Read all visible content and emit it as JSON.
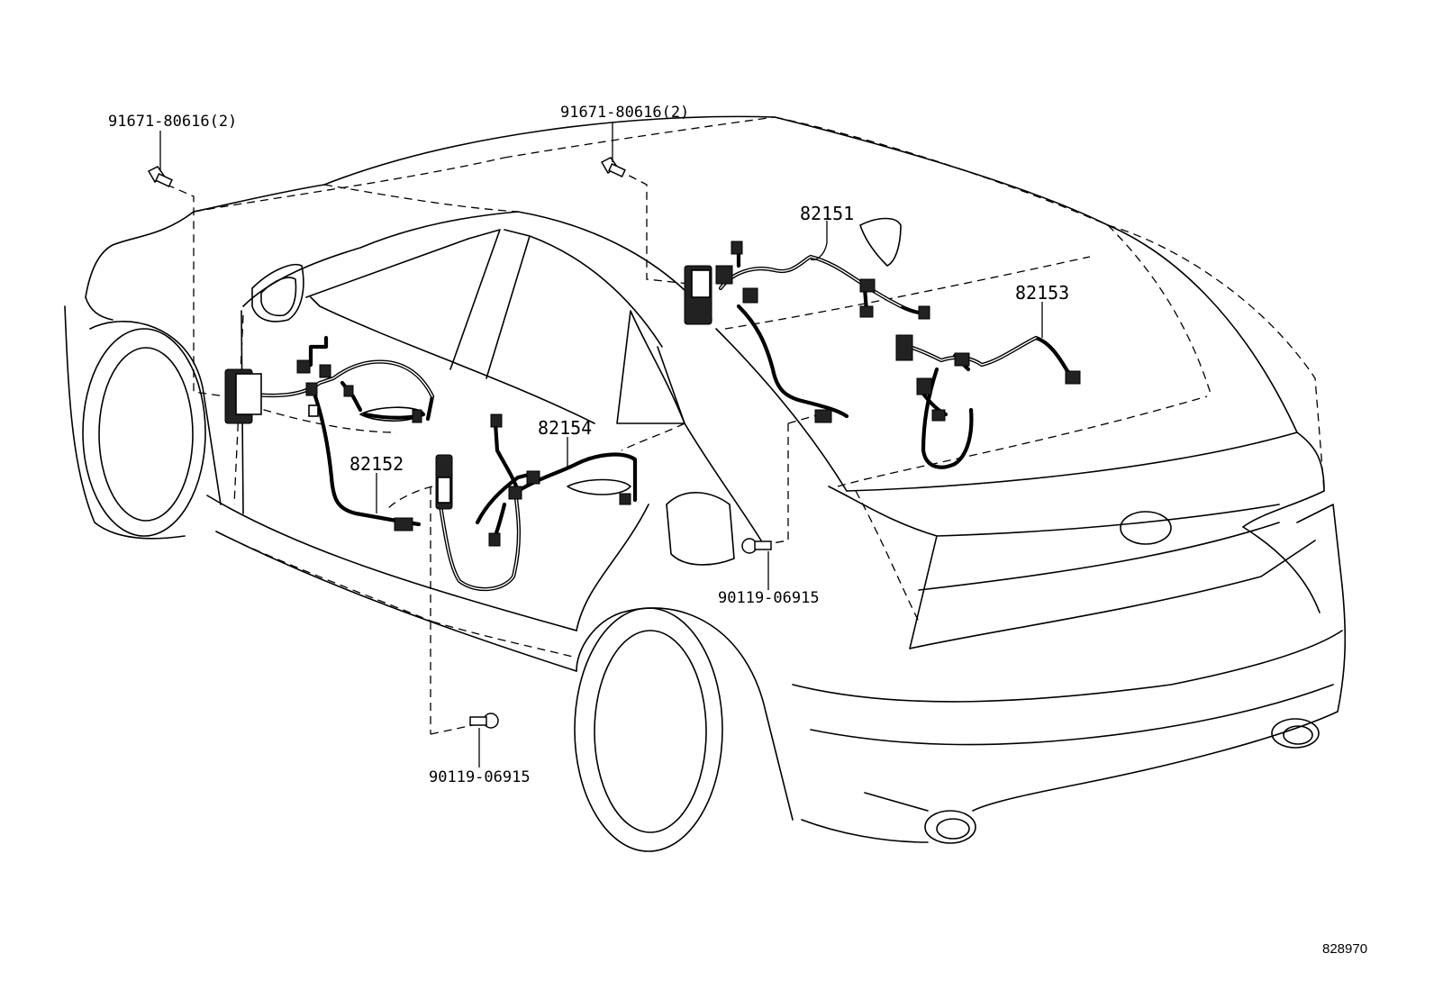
{
  "labels": {
    "bolt_front_left": "91671-80616(2)",
    "bolt_front_right": "91671-80616(2)",
    "bolt_lower_middle": "90119-06915",
    "bolt_lower_left": "90119-06915",
    "harness_82151": "82151",
    "harness_82152": "82152",
    "harness_82153": "82153",
    "harness_82154": "82154"
  },
  "figure_ref": "828970"
}
